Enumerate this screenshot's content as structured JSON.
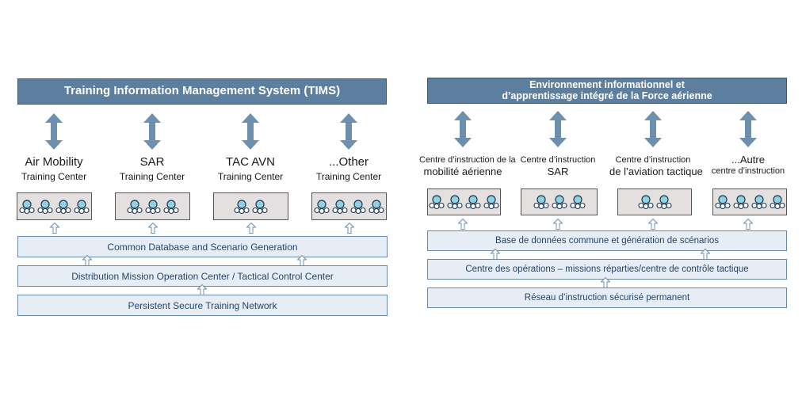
{
  "english": {
    "header": "Training Information Management System (TIMS)",
    "centers": [
      {
        "line1": "Air Mobility",
        "line2": "Training Center",
        "stations": 4
      },
      {
        "line1": "SAR",
        "line2": "Training Center",
        "stations": 3
      },
      {
        "line1": "TAC AVN",
        "line2": "Training Center",
        "stations": 2
      },
      {
        "line1": "...Other",
        "line2": "Training Center",
        "stations": 4
      }
    ],
    "layers": [
      "Common Database and Scenario Generation",
      "Distribution Mission Operation Center / Tactical Control Center",
      "Persistent Secure Training Network"
    ]
  },
  "french": {
    "header_line1": "Environnement informationnel et",
    "header_line2": "d’apprentissage intégré de la Force aérienne",
    "centers": [
      {
        "line1": "Centre d’instruction de la",
        "line2": "mobilité aérienne",
        "stations": 4
      },
      {
        "line1": "Centre d’instruction",
        "line2": "SAR",
        "stations": 3
      },
      {
        "line1": "Centre d’instruction",
        "line2": "de l’aviation tactique",
        "stations": 2
      },
      {
        "line1": "...Autre",
        "line2": "centre d’instruction",
        "stations": 4
      }
    ],
    "layers": [
      "Base de données commune et génération de scénarios",
      "Centre des opérations – missions réparties/centre de contrôle tactique",
      "Réseau d’instruction sécurisé permanent"
    ]
  },
  "colors": {
    "header_fill": "#5d7f9f",
    "arrow_fill": "#6e8fae",
    "bar_fill": "#e6edf4",
    "station_box_fill": "#e3e0df",
    "station_icon_fill": "#8fd3e0"
  }
}
